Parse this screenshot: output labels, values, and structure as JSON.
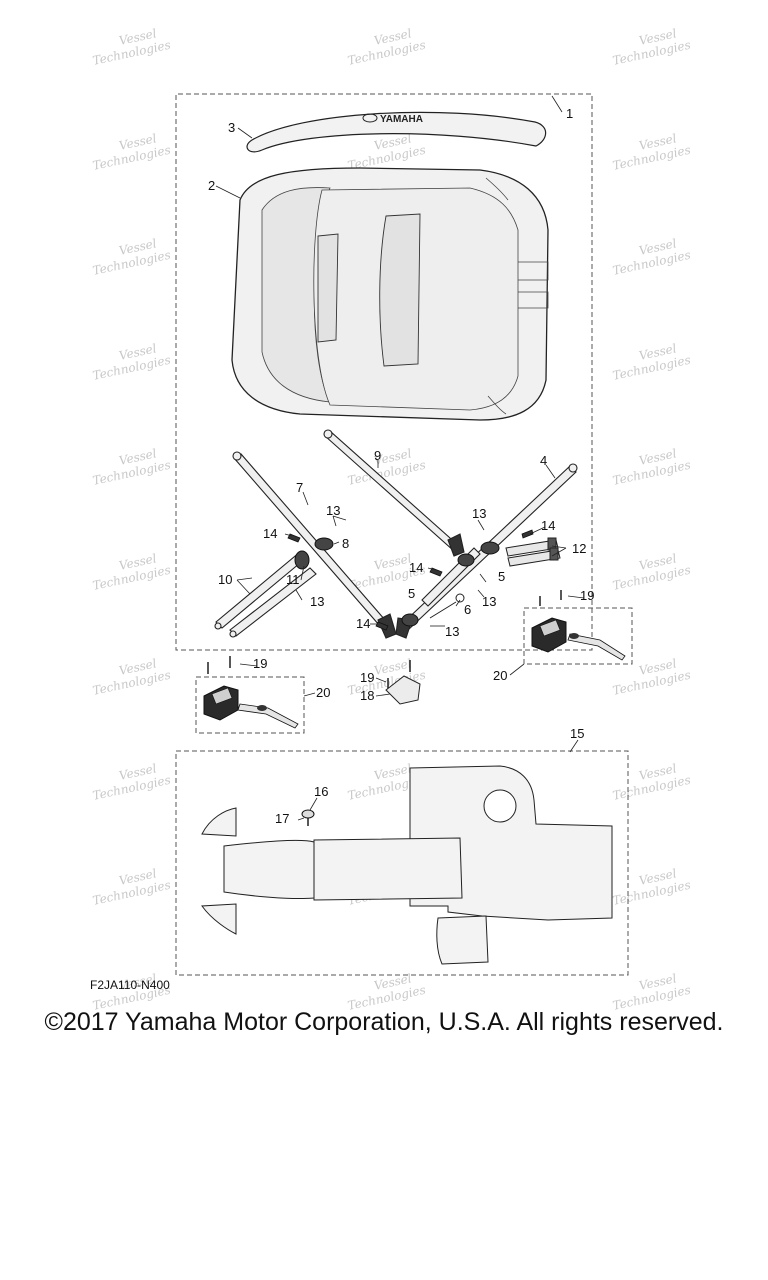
{
  "logo": "YAMAHA",
  "callouts": {
    "c1": "1",
    "c2": "2",
    "c3": "3",
    "c4": "4",
    "c5a": "5",
    "c5b": "5",
    "c6": "6",
    "c7": "7",
    "c8": "8",
    "c9": "9",
    "c10": "10",
    "c11": "11",
    "c12": "12",
    "c13a": "13",
    "c13b": "13",
    "c13c": "13",
    "c13d": "13",
    "c13e": "13",
    "c14a": "14",
    "c14b": "14",
    "c14c": "14",
    "c14d": "14",
    "c15": "15",
    "c16": "16",
    "c17": "17",
    "c18": "18",
    "c19a": "19",
    "c19b": "19",
    "c19c": "19",
    "c20a": "20",
    "c20b": "20"
  },
  "drawing_code": "F2JA110-N400",
  "watermark": {
    "line1": "Vessel",
    "line2": "Technologies"
  },
  "copyright": "©2017 Yamaha Motor Corporation, U.S.A. All rights reserved."
}
